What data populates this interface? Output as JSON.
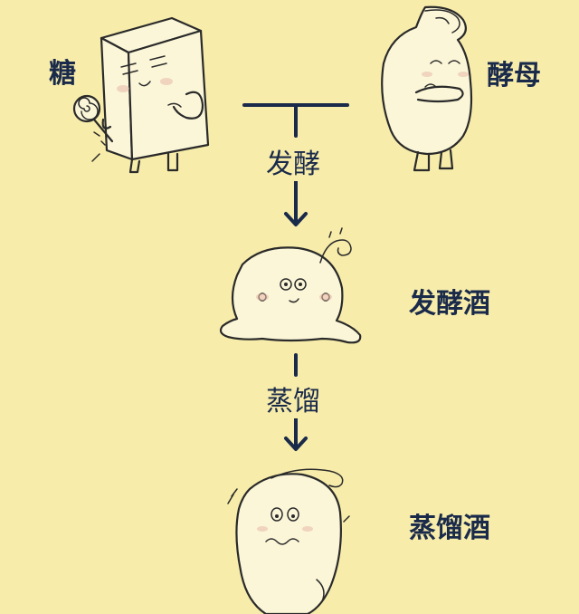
{
  "nodes": {
    "sugar": "糖",
    "yeast": "酵母",
    "fermented_wine": "发酵酒",
    "distilled_spirit": "蒸馏酒"
  },
  "steps": {
    "fermentation": "发酵",
    "distillation": "蒸馏"
  },
  "colors": {
    "background": "#f7ecaa",
    "text": "#1a2a4a",
    "arrow": "#1a2a4a"
  },
  "icons": [
    "sugar-cube-character",
    "lollipop-icon",
    "yeast-character",
    "fermented-wine-blob-character",
    "distilled-spirit-drop-character"
  ]
}
